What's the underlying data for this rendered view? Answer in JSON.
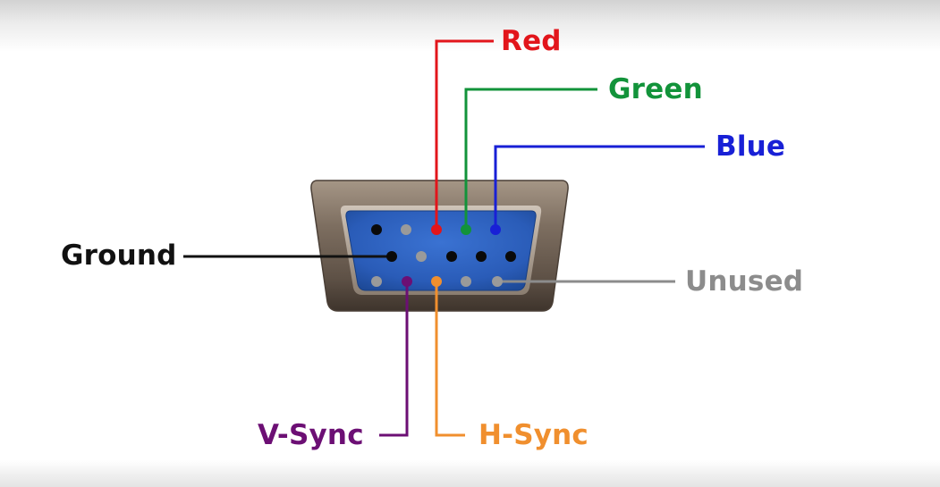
{
  "labels": {
    "red": "Red",
    "green": "Green",
    "blue": "Blue",
    "ground": "Ground",
    "unused": "Unused",
    "vsync": "V-Sync",
    "hsync": "H-Sync"
  },
  "colors": {
    "red": "#e2151b",
    "green": "#12933a",
    "blue": "#1820d6",
    "ground": "#111111",
    "unused": "#8c8c8c",
    "vsync": "#6c0f74",
    "hsync": "#f08f2e",
    "connector_blue": "#2f62c0",
    "shell_metal": "#8a7a6c"
  }
}
